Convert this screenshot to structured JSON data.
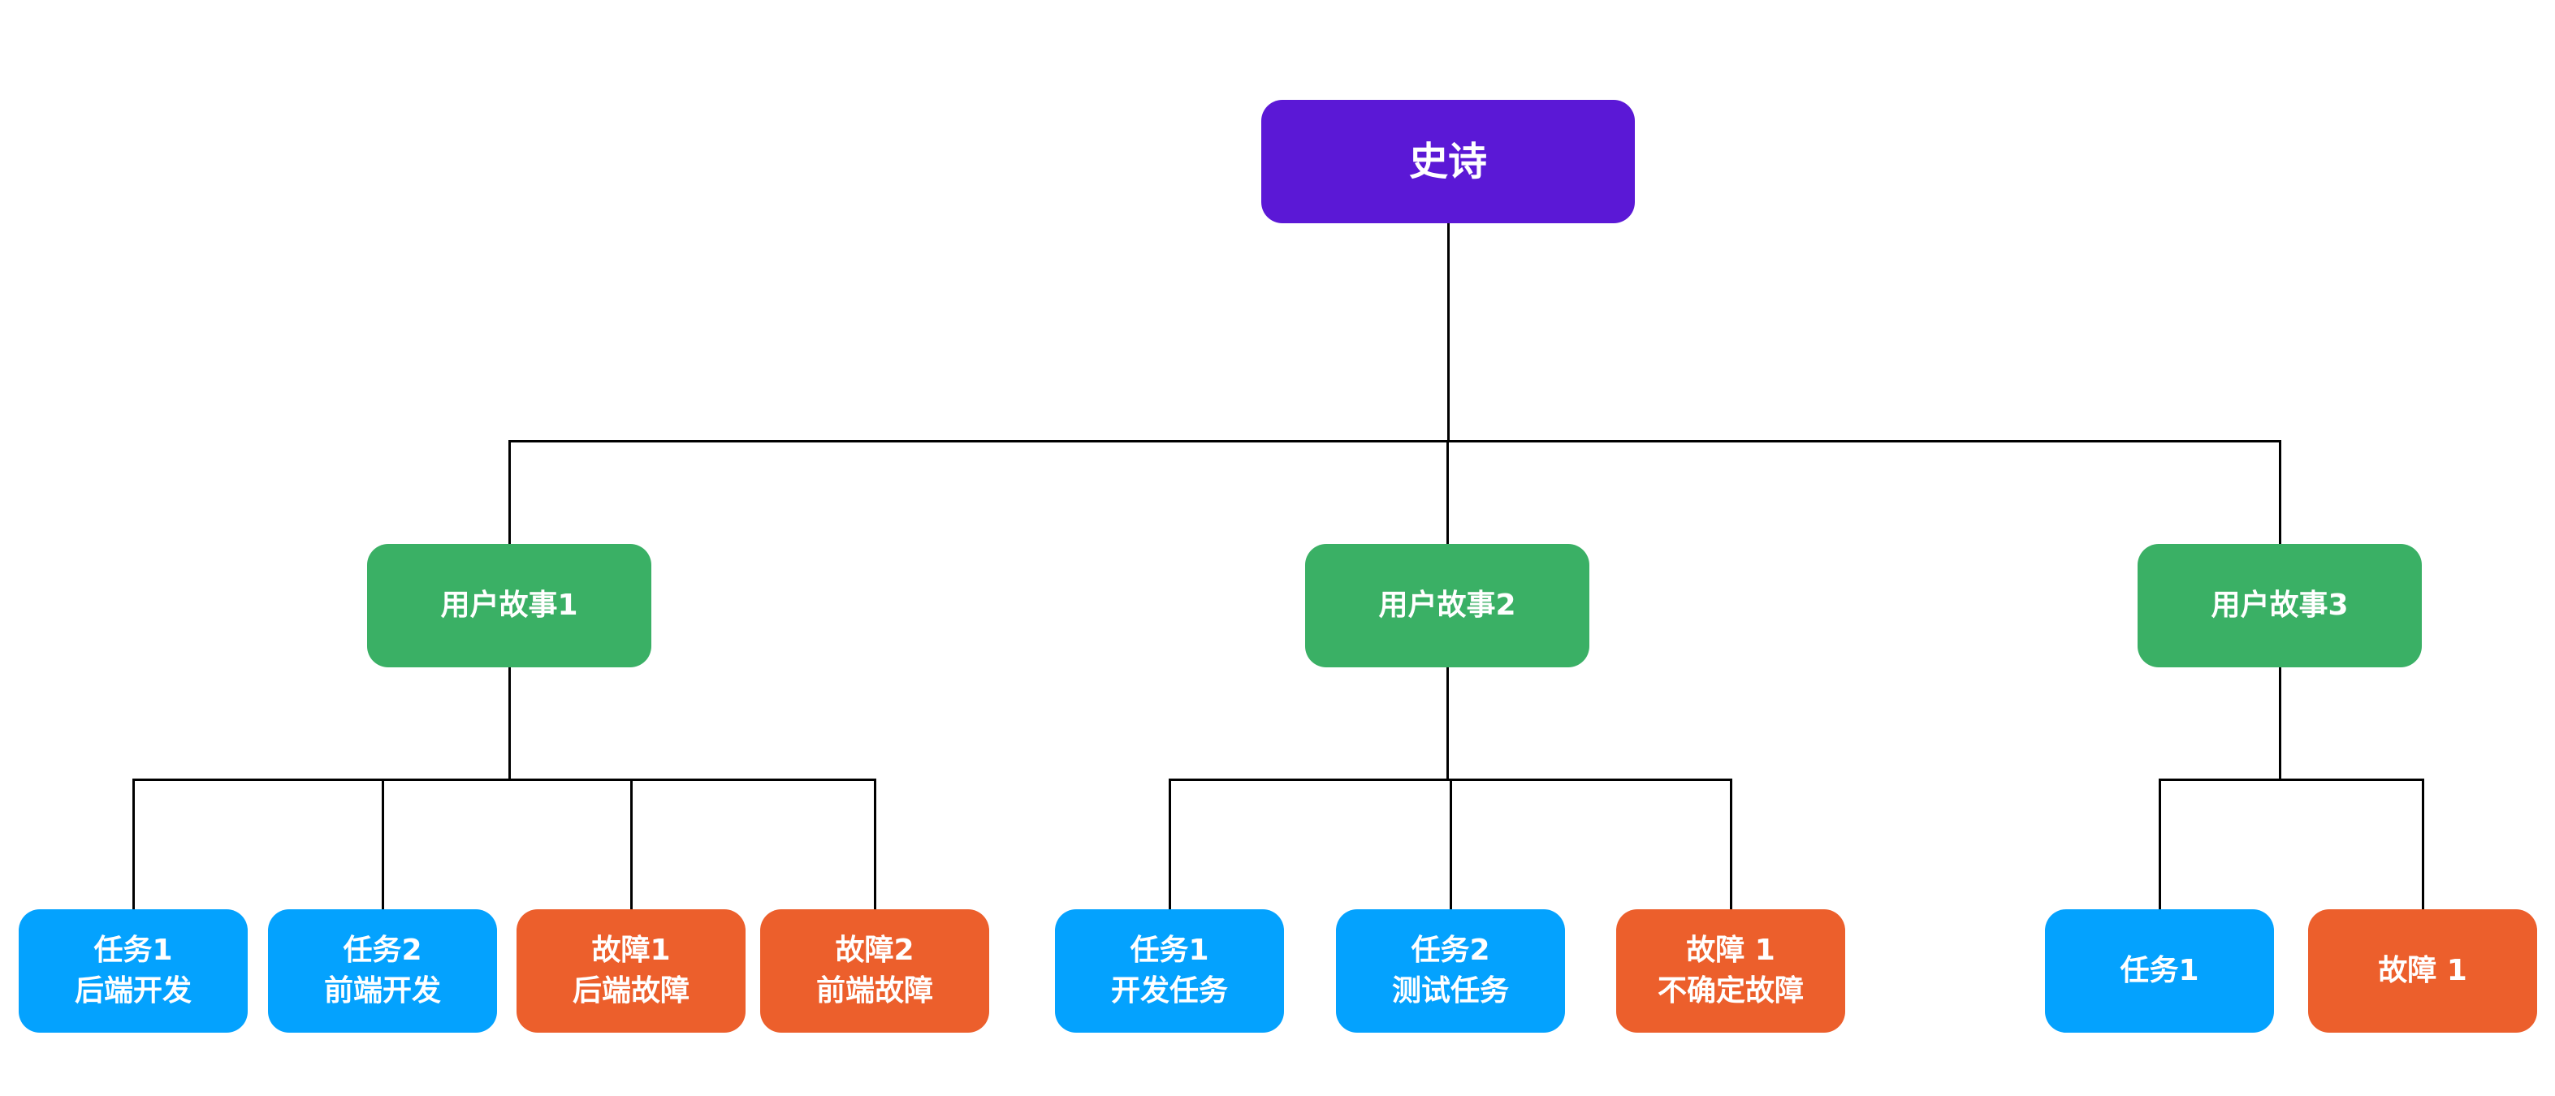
{
  "colors": {
    "epic": "#5B18D6",
    "story": "#3AB065",
    "task": "#04A2FE",
    "bug": "#EC5F2C",
    "connector": "#000000"
  },
  "epic": {
    "label": "史诗"
  },
  "stories": [
    {
      "label": "用户故事1",
      "children": [
        {
          "kind": "task",
          "line1": "任务1",
          "line2": "后端开发"
        },
        {
          "kind": "task",
          "line1": "任务2",
          "line2": "前端开发"
        },
        {
          "kind": "bug",
          "line1": "故障1",
          "line2": "后端故障"
        },
        {
          "kind": "bug",
          "line1": "故障2",
          "line2": "前端故障"
        }
      ]
    },
    {
      "label": "用户故事2",
      "children": [
        {
          "kind": "task",
          "line1": "任务1",
          "line2": "开发任务"
        },
        {
          "kind": "task",
          "line1": "任务2",
          "line2": "测试任务"
        },
        {
          "kind": "bug",
          "line1": "故障 1",
          "line2": "不确定故障"
        }
      ]
    },
    {
      "label": "用户故事3",
      "children": [
        {
          "kind": "task",
          "line1": "任务1"
        },
        {
          "kind": "bug",
          "line1": "故障 1"
        }
      ]
    }
  ]
}
